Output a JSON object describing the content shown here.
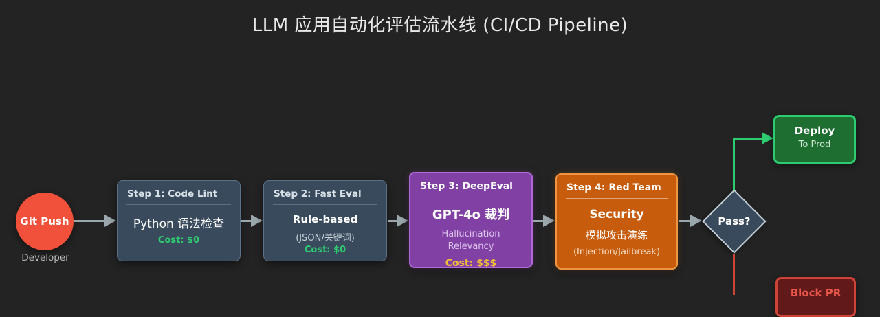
{
  "page": {
    "title": "LLM 应用自动化评估流水线 (CI/CD Pipeline)",
    "background": "#232323"
  },
  "nodes": {
    "start": {
      "label": "Git Push",
      "sublabel": "Developer",
      "fill": "#f1503b"
    },
    "step1": {
      "header": "Step 1: Code Lint",
      "main": "Python 语法检查",
      "cost": "Cost: $0",
      "fill": "#3a4a5d"
    },
    "step2": {
      "header": "Step 2: Fast Eval",
      "main": "Rule-based",
      "detail": "(JSON/关键词)",
      "cost": "Cost: $0",
      "fill": "#3a4a5d"
    },
    "step3": {
      "header": "Step 3: DeepEval",
      "main": "GPT-4o 裁判",
      "detail1": "Hallucination",
      "detail2": "Relevancy",
      "cost": "Cost: $$$",
      "fill": "#8140a3",
      "cost_color": "#f2c037"
    },
    "step4": {
      "header": "Step 4: Red Team",
      "main": "Security",
      "detail1": "模拟攻击演练",
      "detail2": "(Injection/Jailbreak)",
      "fill": "#c65c0c"
    },
    "decision": {
      "label": "Pass?",
      "fill": "#3a4a5d"
    },
    "deploy": {
      "label": "Deploy",
      "sublabel": "To Prod",
      "fill": "#1d6e30",
      "border": "#2ecc71"
    },
    "block": {
      "label": "Block PR",
      "fill": "#621919",
      "border": "#cd4437"
    }
  },
  "colors": {
    "arrow_gray": "#9aa7ad",
    "pass_branch_green": "#2ecc71",
    "fail_branch_red": "#cd4437",
    "cost_green": "#2ecc71",
    "cost_gold": "#f2c037"
  }
}
